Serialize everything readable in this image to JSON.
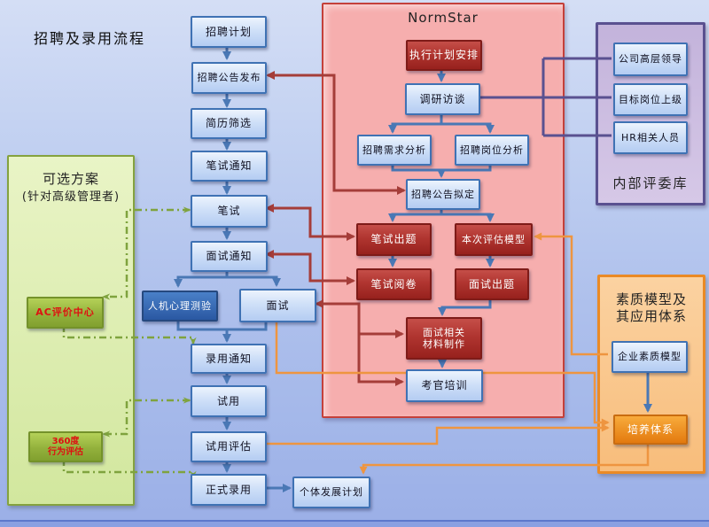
{
  "page_title": "招聘及录用流程",
  "panels": {
    "normstar": {
      "title": "NormStar"
    },
    "committee": {
      "title": "内部评委库"
    },
    "quality": {
      "title_line1": "素质模型及",
      "title_line2": "其应用体系"
    },
    "optional": {
      "title_line1": "可选方案",
      "title_line2": "(针对高级管理者)"
    }
  },
  "nodes": {
    "plan": {
      "label": "招聘计划"
    },
    "announce": {
      "label": "招聘公告发布"
    },
    "resume_screen": {
      "label": "简历筛选"
    },
    "written_notice": {
      "label": "笔试通知"
    },
    "written_test": {
      "label": "笔试"
    },
    "interview_notice": {
      "label": "面试通知"
    },
    "psych_test": {
      "label": "人机心理测验"
    },
    "interview": {
      "label": "面试"
    },
    "offer_notice": {
      "label": "录用通知"
    },
    "probation": {
      "label": "试用"
    },
    "probation_eval": {
      "label": "试用评估"
    },
    "formal_hire": {
      "label": "正式录用"
    },
    "personal_dev_plan": {
      "label": "个体发展计划"
    },
    "exec_plan": {
      "label": "执行计划安排"
    },
    "research_interview": {
      "label": "调研访谈"
    },
    "demand_analysis": {
      "label": "招聘需求分析"
    },
    "position_analysis": {
      "label": "招聘岗位分析"
    },
    "announce_draft": {
      "label": "招聘公告拟定"
    },
    "written_questions": {
      "label": "笔试出题"
    },
    "eval_model": {
      "label": "本次评估模型"
    },
    "written_grading": {
      "label": "笔试阅卷"
    },
    "interview_questions": {
      "label": "面试出题"
    },
    "interview_materials": {
      "line1": "面试相关",
      "line2": "材料制作"
    },
    "examiner_training": {
      "label": "考官培训"
    },
    "exec_leader": {
      "label": "公司高层领导"
    },
    "target_superior": {
      "label": "目标岗位上级"
    },
    "hr_staff": {
      "label": "HR相关人员"
    },
    "competency_model": {
      "label": "企业素质模型"
    },
    "training_system": {
      "label": "培养体系"
    },
    "ac_center": {
      "label": "AC评价中心"
    },
    "behavior_360": {
      "line1": "360度",
      "line2": "行为评估"
    }
  },
  "colors": {
    "background_top": "#d4def5",
    "background_bottom": "#9cb0e7",
    "flow_box_border": "#3f72b4",
    "flow_box_fill": "#cfe0f8",
    "dark_blue_box": "#2a58a2",
    "red_box": "#b03530",
    "normstar_panel_fill": "#f6aeae",
    "normstar_panel_border": "#c4403a",
    "committee_panel_fill": "#cdbfe1",
    "committee_panel_border": "#5a5190",
    "quality_panel_fill": "#f9c68e",
    "quality_panel_border": "#ea8a25",
    "optional_panel_fill": "#dcecae",
    "optional_panel_border": "#84a23f",
    "green_box_fill": "#93b13c",
    "green_box_text": "#dd1111",
    "orange_box_fill": "#ef9326",
    "arrow_blue": "#4a78b5",
    "arrow_red": "#a53d39",
    "arrow_orange": "#ee9540",
    "line_purple": "#5a5190",
    "dashed_green": "#7fa33e"
  }
}
